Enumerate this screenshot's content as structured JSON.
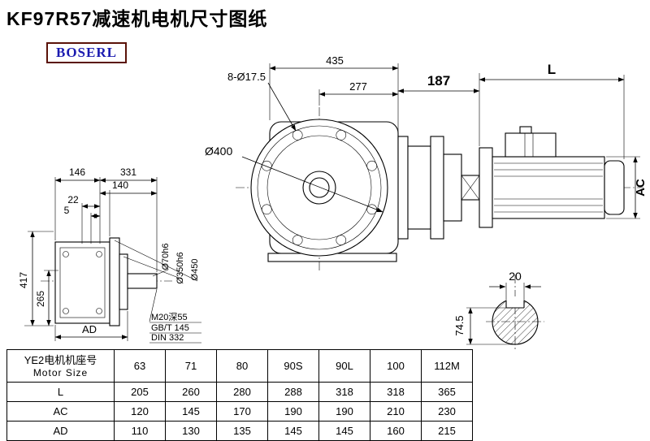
{
  "page": {
    "title": "KF97R57减速机电机尺寸图纸",
    "brand": "BOSERL"
  },
  "dims": {
    "d435": "435",
    "d277": "277",
    "dbolt": "8-Ø17.5",
    "d400": "Ø400",
    "d187": "187",
    "dL": "L",
    "dAC": "AC",
    "d20": "20",
    "d745": "74.5",
    "d146": "146",
    "d331": "331",
    "d140": "140",
    "d22": "22",
    "d5": "5",
    "d417": "417",
    "d265": "265",
    "dAD": "AD",
    "d70": "Ø70h6",
    "d350": "Ø350h6",
    "d450": "Ø450",
    "note1": "M20深55",
    "note2": "GB/T 145",
    "note3": "DIN 332"
  },
  "table": {
    "header_cn": "YE2电机机座号",
    "header_en": "Motor Size",
    "columns": [
      "63",
      "71",
      "80",
      "90S",
      "90L",
      "100",
      "112M"
    ],
    "rows": [
      {
        "label": "L",
        "values": [
          "205",
          "260",
          "280",
          "288",
          "318",
          "318",
          "365"
        ]
      },
      {
        "label": "AC",
        "values": [
          "120",
          "145",
          "170",
          "190",
          "190",
          "210",
          "230"
        ]
      },
      {
        "label": "AD",
        "values": [
          "110",
          "130",
          "135",
          "145",
          "145",
          "160",
          "215"
        ]
      }
    ]
  }
}
